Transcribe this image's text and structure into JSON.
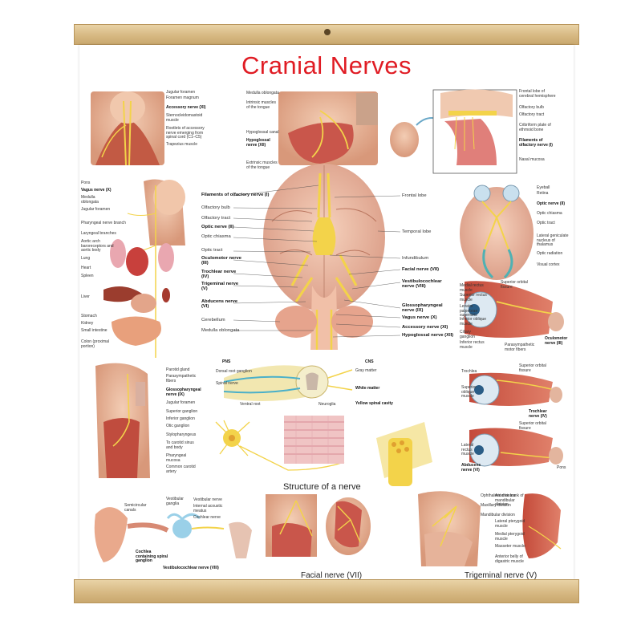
{
  "title": "Cranial Nerves",
  "captions": {
    "structure": "Structure of a nerve",
    "facial": "Facial nerve (VII)",
    "trigeminal": "Trigeminal nerve (V)"
  },
  "brain_labels_left": [
    "Filaments of olfactory nerve (I)",
    "Olfactory bulb",
    "Olfactory tract",
    "Optic nerve (II)",
    "Optic chiasma",
    "Optic tract",
    "Oculomotor nerve (III)",
    "Trochlear nerve (IV)",
    "Trigeminal nerve (V)",
    "Abducens nerve (VI)",
    "Cerebellum",
    "Medulla oblongata"
  ],
  "brain_labels_right": [
    "Frontal lobe",
    "Temporal lobe",
    "Infundibulum",
    "Facial nerve (VII)",
    "Vestibulocochlear nerve (VIII)",
    "Glossopharyngeal nerve (IX)",
    "Vagus nerve (X)",
    "Accessory nerve (XI)",
    "Hypoglossal nerve (XII)"
  ],
  "neck_labels": [
    "Jugular foramen",
    "Foramen magnum",
    "Accessory nerve (XI)",
    "Sternocleidomastoid muscle",
    "Rootlets of accessory nerve emerging from spinal cord (C1–C5)",
    "Trapezius muscle"
  ],
  "tongue_labels": [
    "Medulla oblongata",
    "Intrinsic muscles of the tongue",
    "Hypoglossal canal",
    "Hypoglossal nerve (XII)",
    "Extrinsic muscles of the tongue"
  ],
  "olfactory_labels": [
    "Frontal lobe of cerebral hemisphere",
    "Olfactory bulb",
    "Olfactory tract",
    "Cribriform plate of ethmoid bone",
    "Filaments of olfactory nerve (I)",
    "Nasal mucosa"
  ],
  "optic_labels": [
    "Eyeball",
    "Retina",
    "Optic nerve (II)",
    "Optic chiasma",
    "Optic tract",
    "Lateral geniculate nucleus of thalamus",
    "Optic radiation",
    "Visual cortex"
  ],
  "vagus_labels": [
    "Pons",
    "Vagus nerve (X)",
    "Medulla oblongata",
    "Jugular foramen",
    "Pharyngeal nerve branch",
    "Laryngeal branches",
    "Aortic arch baroreceptors and aortic body",
    "Lung",
    "Heart",
    "Spleen",
    "Liver",
    "Stomach",
    "Kidney",
    "Small intestine",
    "Colon (proximal portion)"
  ],
  "oculomotor_labels": [
    "Medial rectus muscle",
    "Superior rectus muscle",
    "Levator palpebrae superioris",
    "Inferior oblique muscle",
    "Ciliary ganglion",
    "Inferior rectus muscle",
    "Parasympathetic motor fibers",
    "Superior orbital fissure",
    "Oculomotor nerve (III)"
  ],
  "trochlear_labels": [
    "Trochlea",
    "Superior oblique muscle",
    "Superior orbital fissure",
    "Trochlear nerve (IV)"
  ],
  "abducens_labels": [
    "Superior orbital fissure",
    "Lateral rectus muscle",
    "Abducens nerve (VI)",
    "Pons"
  ],
  "glosso_labels": [
    "Parotid gland",
    "Parasympathetic fibers",
    "Glossopharyngeal nerve (IX)",
    "Jugular foramen",
    "Superior ganglion",
    "Inferior ganglion",
    "Otic ganglion",
    "Stylopharyngeus",
    "To carotid sinus and body",
    "Pharyngeal mucosa",
    "Common carotid artery"
  ],
  "spinal_labels": [
    "PNS",
    "CNS",
    "Gray matter",
    "White matter",
    "Yellow spinal cavity",
    "Dorsal root ganglion",
    "Spinal nerve",
    "Ventral root",
    "Neuroglia"
  ],
  "ear_labels": [
    "Semicircular canals",
    "Vestibular ganglia",
    "Vestibular nerve",
    "Internal acoustic meatus",
    "Cochlear nerve",
    "Cochlea containing spiral ganglion",
    "Vestibulocochlear nerve (VIII)"
  ],
  "trigeminal_labels": [
    "Ophthalmic division",
    "Maxillary division",
    "Mandibular division",
    "Anterior trunk of mandibular division",
    "Lateral pterygoid muscle",
    "Medial pterygoid muscle",
    "Masseter muscle",
    "Anterior belly of digastric muscle"
  ]
}
